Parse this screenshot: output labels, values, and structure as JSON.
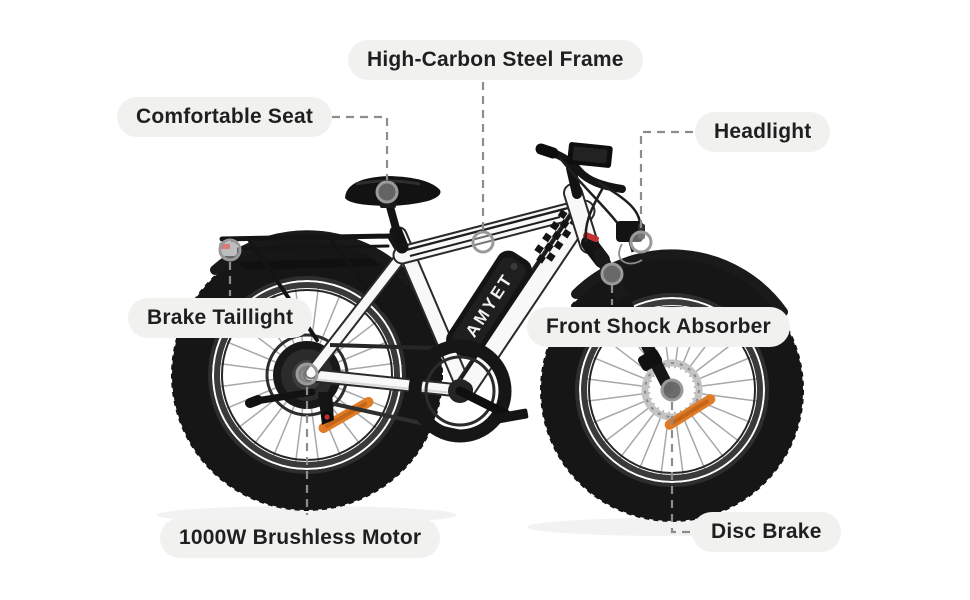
{
  "page": {
    "background_color": "#ffffff"
  },
  "brand": {
    "battery_logo": "AMYET"
  },
  "callouts": {
    "frame": {
      "label": "High-Carbon Steel Frame"
    },
    "seat": {
      "label": "Comfortable Seat"
    },
    "headlight": {
      "label": "Headlight"
    },
    "taillight": {
      "label": "Brake Taillight"
    },
    "shock": {
      "label": "Front Shock Absorber"
    },
    "motor": {
      "label": "1000W Brushless Motor"
    },
    "disc": {
      "label": "Disc Brake"
    }
  },
  "colors": {
    "label_background": "#f1f1ef",
    "label_text": "#1f1f1f",
    "leader_line": "#8d8d8d",
    "marker_ring": "#9a9a9a",
    "frame_white": "#f8f8f8",
    "bike_black": "#161616",
    "reflector_orange": "#e07b26",
    "fork_accent_red": "#c23030",
    "taillight_red": "#c03434"
  }
}
